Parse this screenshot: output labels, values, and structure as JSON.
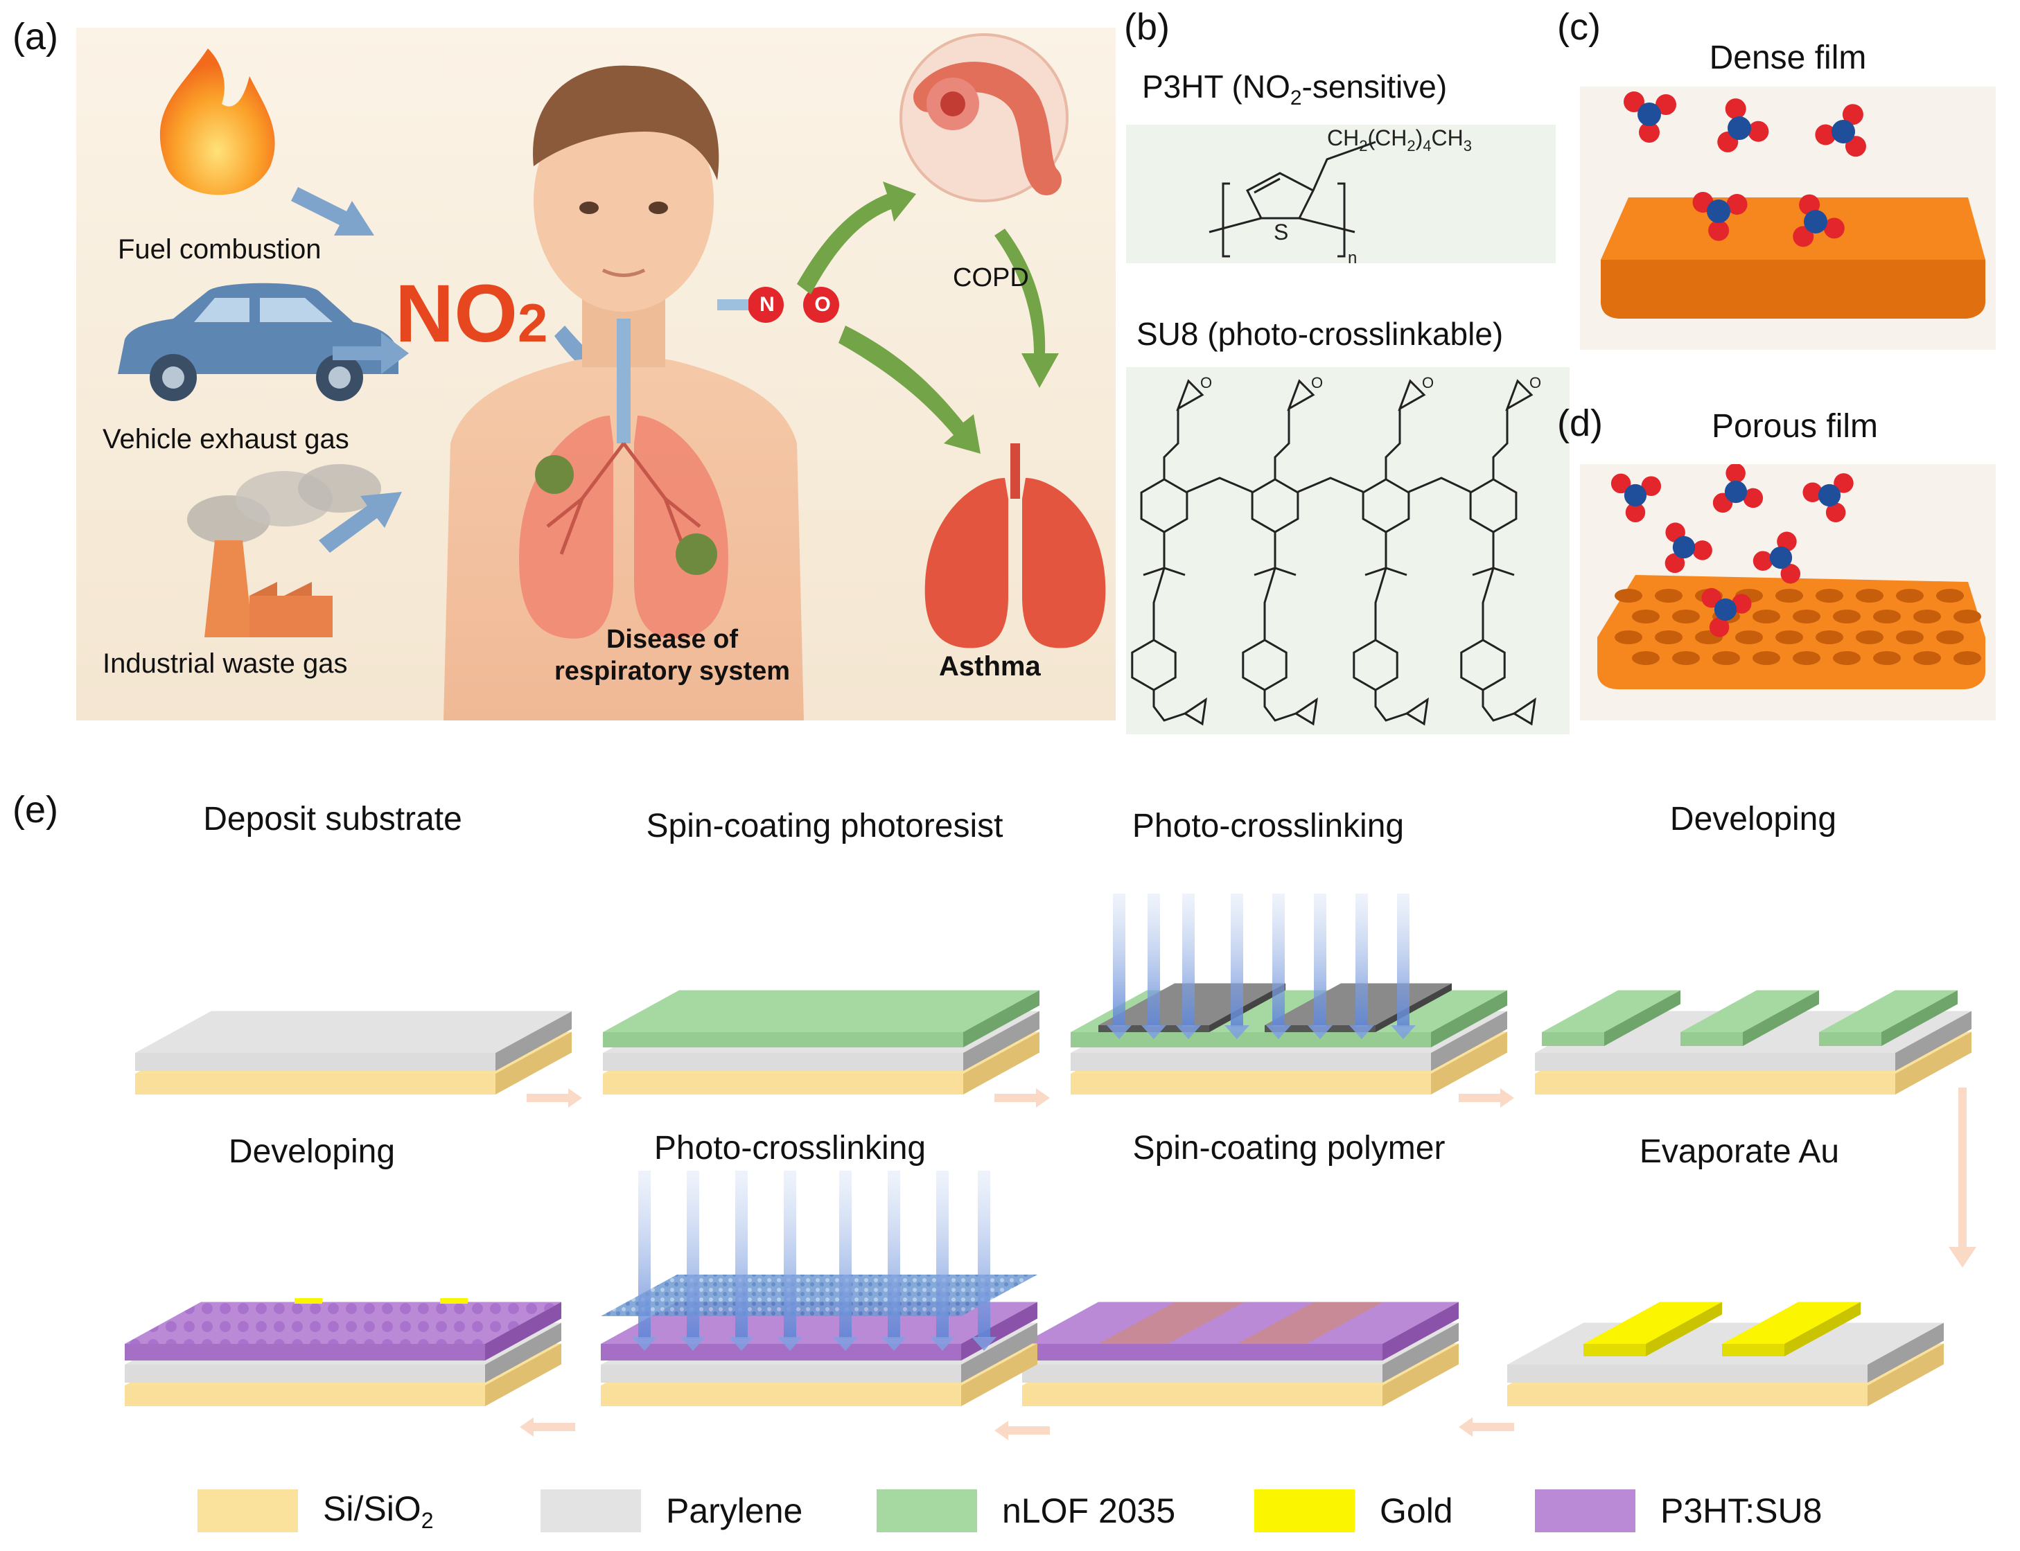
{
  "panels": {
    "a": {
      "label": "(a)",
      "sources": [
        "Fuel combustion",
        "Vehicle exhaust gas",
        "Industrial waste gas"
      ],
      "pollutant_main": "NO",
      "pollutant_sub": "2",
      "atom_n": "N",
      "atom_o": "O",
      "copd": "COPD",
      "asthma": "Asthma",
      "disease_line1": "Disease of",
      "disease_line2": "respiratory system"
    },
    "b": {
      "label": "(b)",
      "p3ht_title_pre": "P3HT (NO",
      "p3ht_title_sub": "2",
      "p3ht_title_post": "-sensitive)",
      "side_chain_parts": [
        "CH",
        "2",
        "(CH",
        "2",
        ")",
        "4",
        "CH",
        "3"
      ],
      "ring_atom": "S",
      "repeat": "n",
      "su8_title": "SU8 (photo-crosslinkable)",
      "epoxide_o": "O"
    },
    "c": {
      "label": "(c)",
      "title": "Dense film"
    },
    "d": {
      "label": "(d)",
      "title": "Porous film"
    },
    "e": {
      "label": "(e)",
      "steps_top": [
        "Deposit substrate",
        "Spin-coating photoresist",
        "Photo-crosslinking",
        "Developing"
      ],
      "steps_bottom": [
        "Developing",
        "Photo-crosslinking",
        "Spin-coating polymer",
        "Evaporate Au"
      ]
    }
  },
  "legend": [
    {
      "label": "Si/SiO",
      "sub": "2",
      "color": "#fbe29c"
    },
    {
      "label": "Parylene",
      "sub": "",
      "color": "#e3e3e3"
    },
    {
      "label": "nLOF 2035",
      "sub": "",
      "color": "#a6d9a1"
    },
    {
      "label": "Gold",
      "sub": "",
      "color": "#fcf500"
    },
    {
      "label": "P3HT:SU8",
      "sub": "",
      "color": "#bb8ad6"
    }
  ],
  "colors": {
    "silicon": "#fbe29c",
    "parylene": "#e3e3e3",
    "nlof": "#a6d9a1",
    "gold": "#fcf500",
    "polymer": "#bb8ad6",
    "mask": "#7b7b7b",
    "film": "#f6871f",
    "no2_text": "#e6471e",
    "oxygen": "#e3262b",
    "nitrogen": "#1f4e9a"
  }
}
